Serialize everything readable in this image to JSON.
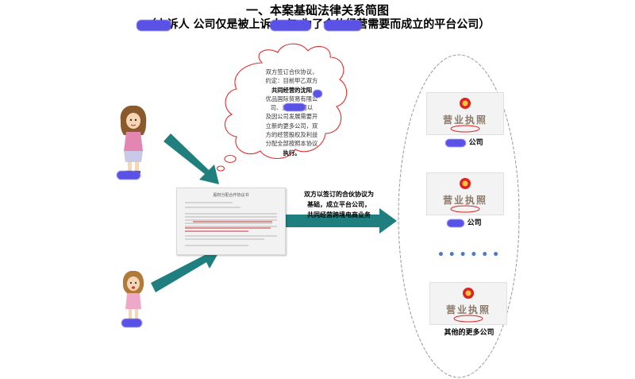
{
  "diagram": {
    "title": "一、本案基础法律关系简图",
    "subtitle": "（上诉人        公司仅是被上诉人         与        为了合伙经营需要而成立的平台公司）",
    "cloud_lines": [
      "双方签订合伙协议，",
      "约定：目前甲乙双方",
      "共同经营的沈阳",
      "优品国际贸易有限公",
      "司、沈阳        公司以",
      "及因公司发展需要开",
      "立新的更多公司，双",
      "方的经营股权及利益",
      "分配全部按照本协议",
      "执行。"
    ],
    "document_title": "股权分配合作协议书",
    "note_lines": [
      "双方以签订的合伙协议为",
      "基础，成立平台公司，",
      "共同经营跨境电商业务"
    ],
    "licenses": [
      {
        "text": "营业执照",
        "label": "公司"
      },
      {
        "text": "营业执照",
        "label": "公司"
      },
      {
        "text": "营业执照",
        "label": "其他的更多公司"
      }
    ],
    "ellipsis_dots": "• • • • • •"
  },
  "colors": {
    "arrow": "#1f7f7f",
    "cloud_border": "#e03030",
    "ellipse_border": "#999999",
    "redaction": "#5a52e6",
    "dots": "#4a7bc8"
  }
}
